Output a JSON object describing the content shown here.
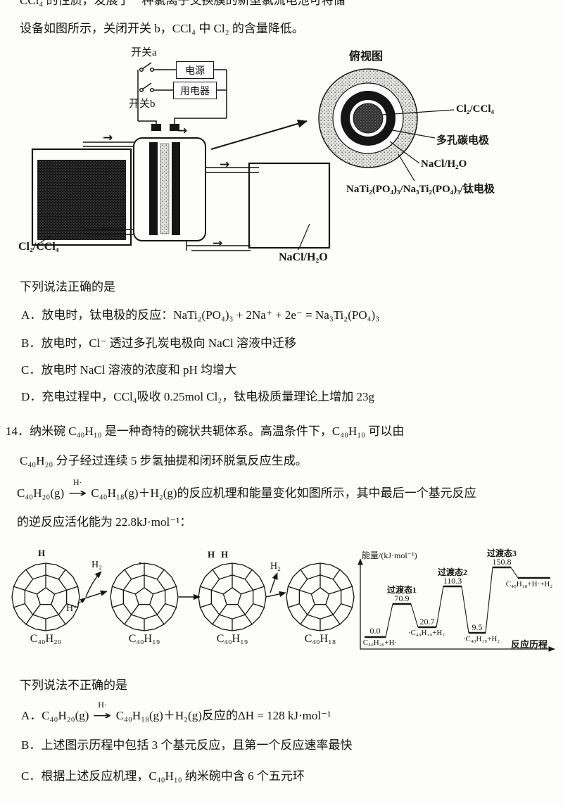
{
  "doc": {
    "intro_partial": "CCl₄ 的性质，发展了一种氯离子交换膜的新型氯流电池可将储",
    "intro_line": "设备如图所示，关闭开关 b，CCl₄ 中 Cl₂ 的含量降低。"
  },
  "circuit": {
    "switch_a": "开关a",
    "switch_b": "开关b",
    "power_box": "电源",
    "load_box": "用电器",
    "left_liquid_label": "Cl₂/CCl₄",
    "right_liquid_label": "NaCl/H₂O",
    "arrow_right": "→",
    "arrow_left": "←"
  },
  "topview": {
    "title": "俯视图",
    "label_core": "Cl₂/CCl₄",
    "label_carbon": "多孔碳电极",
    "label_nacl": "NaCl/H₂O",
    "label_outer": "NaTi₂(PO₄)₃/Na₃Ti₂(PO₄)₃/钛电极"
  },
  "q13": {
    "stem": "下列说法正确的是",
    "options": [
      {
        "label": "A．",
        "text": "放电时，钛电极的反应：NaTi₂(PO₄)₃ + 2Na⁺ + 2e⁻ = Na₃Ti₂(PO₄)₃"
      },
      {
        "label": "B．",
        "text": "放电时，Cl⁻ 透过多孔炭电极向 NaCl 溶液中迁移"
      },
      {
        "label": "C．",
        "text": "放电时 NaCl 溶液的浓度和 pH 均增大"
      },
      {
        "label": "D．",
        "text": "充电过程中，CCl₄吸收 0.25mol Cl₂，钛电极质量理论上增加 23g"
      }
    ]
  },
  "q14": {
    "number_line1": "14．纳米碗 C₄₀H₁₀ 是一种奇特的碗状共轭体系。高温条件下，C₄₀H₁₀ 可以由",
    "line2": "C₄₀H₂₀ 分子经过连续 5 步氢抽提和闭环脱氢反应生成。",
    "equation": {
      "before": "C₄₀H₂₀(g)",
      "over": "H·",
      "arrow": "→",
      "after": "C₄₀H₁₈(g)＋H₂(g)的反应机理和能量变化如图所示，其中最后一个基元反应"
    },
    "line4": "的逆反应活化能为 22.8kJ·mol⁻¹：",
    "stem": "下列说法不正确的是",
    "optionA": {
      "label": "A．",
      "before": "C₄₀H₂₀(g)",
      "over": "H·",
      "arrow": "→",
      "after": "C₄₀H₁₈(g)＋H₂(g)反应的ΔH = 128 kJ·mol⁻¹"
    },
    "optionB": {
      "label": "B．",
      "text": "上述图示历程中包括 3 个基元反应，且第一个反应速率最快"
    },
    "optionC": {
      "label": "C．",
      "text": "根据上述反应机理，C₄₀H₁₀ 纳米碗中含 6 个五元环"
    }
  },
  "mechanism": {
    "molecules": [
      "C₄₀H₂₀",
      "C₄₀H₁₉",
      "C₄₀H₁₉",
      "C₄₀H₁₈"
    ],
    "h2": "H₂",
    "h_radical": "H·",
    "h": "H",
    "radical_dot": "·"
  },
  "chart_data": {
    "type": "line",
    "title": "",
    "xlabel": "反应历程",
    "ylabel": "能量/(kJ·mol⁻¹)",
    "ylim": [
      0,
      160
    ],
    "levels": [
      {
        "name": "C₄₀H₂₀+H·",
        "energy": 0.0,
        "value_text": "0.0"
      },
      {
        "name": "过渡态1",
        "energy": 70.9,
        "value_text": "70.9"
      },
      {
        "name": "·C₄₀H₁₉+H₂",
        "energy": 20.7,
        "value_text": "20.7"
      },
      {
        "name": "过渡态2",
        "energy": 110.3,
        "value_text": "110.3"
      },
      {
        "name": "·C₄₀H₁₉+H₂",
        "energy": 9.5,
        "value_text": "9.5"
      },
      {
        "name": "过渡态3",
        "energy": 150.8,
        "value_text": "150.8"
      },
      {
        "name": "C₄₀H₁₈+H·+H₂",
        "energy": 128
      }
    ]
  }
}
